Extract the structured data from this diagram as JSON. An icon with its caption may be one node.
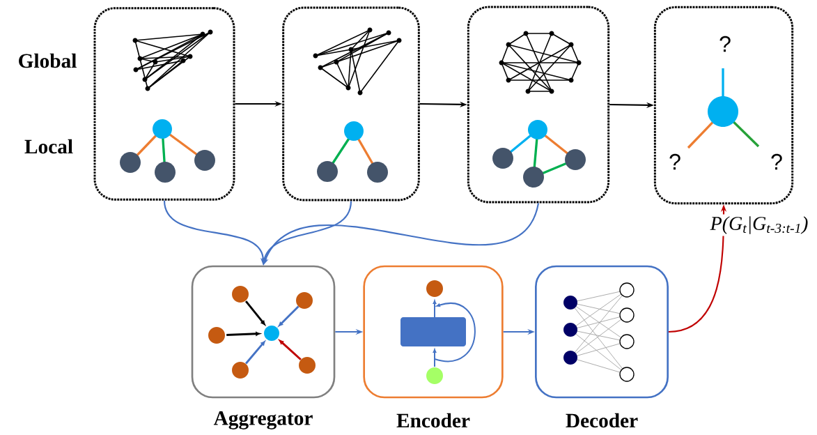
{
  "diagram": {
    "nodes": [
      {
        "text": [],
        "shape": "box"
      },
      {
        "text": [],
        "shape": "box"
      },
      {
        "text": [],
        "shape": "box"
      },
      {
        "text": [
          "?",
          "?",
          "?"
        ]
      },
      {
        "text": [
          "Aggregator"
        ]
      },
      {
        "text": [
          "Encoder"
        ]
      },
      {
        "text": [
          "Decoder"
        ]
      }
    ],
    "edges": [
      {
        "from": 0,
        "to": 1,
        "arrow": "to",
        "color": "#000000"
      },
      {
        "from": 1,
        "to": 2,
        "arrow": "to",
        "color": "#000000"
      },
      {
        "from": 2,
        "to": 3,
        "arrow": "to",
        "color": "#000000"
      },
      {
        "from": 0,
        "to": 4,
        "arrow": "to"
      },
      {
        "from": 1,
        "to": 4,
        "arrow": "to"
      },
      {
        "from": 2,
        "to": 4,
        "arrow": "to"
      },
      {
        "from": 4,
        "to": 5,
        "arrow": "to"
      },
      {
        "from": 5,
        "to": 6,
        "arrow": "to"
      },
      {
        "from": 6,
        "to": 3,
        "arrow": "to",
        "color": "#c00000",
        "label": "P(G$_{t}$|G$_{t-3:t-1}$)"
      }
    ],
    "labels": [
      "Global",
      "Local"
    ]
  }
}
